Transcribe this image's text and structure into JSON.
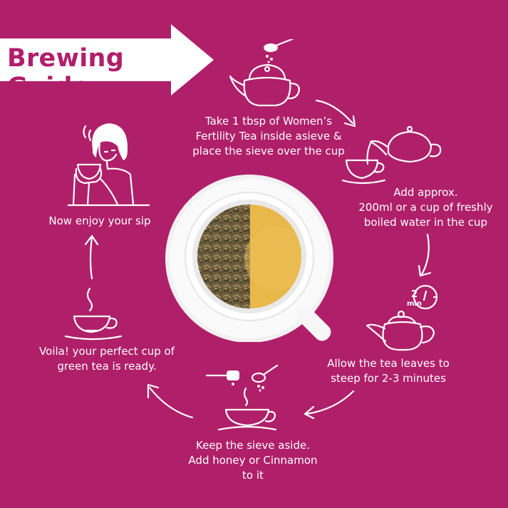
{
  "header": {
    "title": "Brewing Guide"
  },
  "colors": {
    "background": "#b01f6a",
    "banner": "#ffffff",
    "title": "#b01f6a",
    "text": "#ffffff",
    "tea_liquid": "#e8b84a"
  },
  "steps": [
    {
      "icon": "teapot-spoon-icon",
      "text": [
        "Take 1 tbsp of Women’s",
        "Fertility Tea inside asieve &",
        "place the sieve over the cup"
      ]
    },
    {
      "icon": "pour-teapot-cup-icon",
      "text": [
        "Add approx.",
        "200ml or a cup of freshly",
        "boiled water in the cup"
      ]
    },
    {
      "icon": "teapot-timer-icon",
      "timer": {
        "value": "2",
        "unit": "min"
      },
      "text": [
        "Allow the tea leaves to",
        "steep for 2-3 minutes"
      ]
    },
    {
      "icon": "honey-spoon-cup-icon",
      "text": [
        "Keep the sieve aside.",
        "Add honey or Cinnamon",
        "to it"
      ]
    },
    {
      "icon": "steaming-cup-icon",
      "text": [
        "Voila! your perfect cup of",
        "green tea is ready."
      ]
    },
    {
      "icon": "woman-drinking-tea-icon",
      "text": [
        "Now enjoy your sip"
      ]
    }
  ]
}
